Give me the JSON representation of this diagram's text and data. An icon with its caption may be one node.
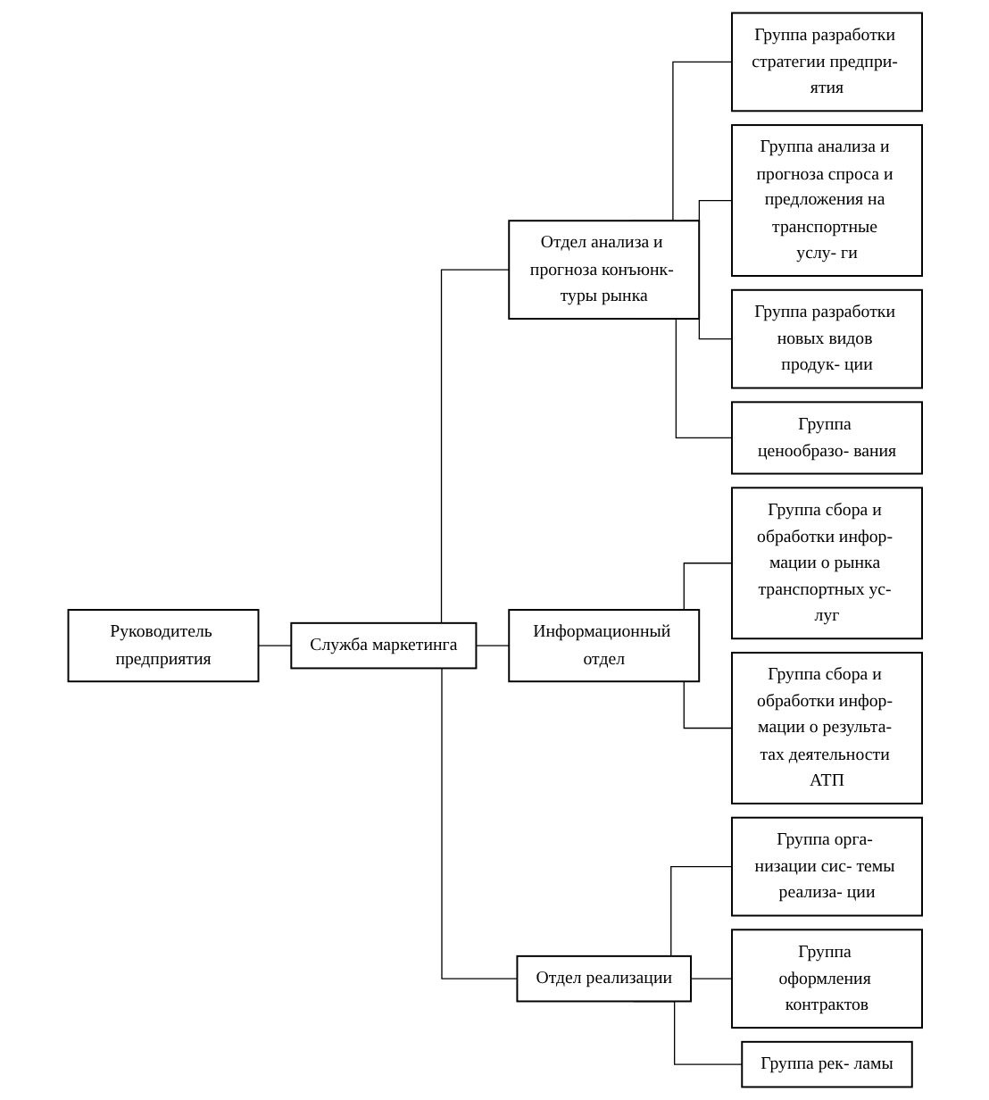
{
  "diagram": {
    "nodes": [
      {
        "text": [
          "Руководитель предприятия"
        ]
      },
      {
        "text": [
          "Служба маркетинга"
        ]
      },
      {
        "text": [
          "Отдел анализа и прогноза конъюнк- туры рынка"
        ]
      },
      {
        "text": [
          "Информационный отдел"
        ]
      },
      {
        "text": [
          "Отдел реализации"
        ]
      },
      {
        "text": [
          "Группа разработки стратегии предпри- ятия"
        ]
      },
      {
        "text": [
          "Группа анализа и прогноза спроса и предложения на транспортные услу- ги"
        ]
      },
      {
        "text": [
          "Группа разработки новых видов продук- ции"
        ]
      },
      {
        "text": [
          "Группа ценообразо- вания"
        ]
      },
      {
        "text": [
          "Группа сбора и обработки инфор- мации о рынка транспортных ус- луг"
        ]
      },
      {
        "text": [
          "Группа сбора и обработки инфор- мации о результа- тах деятельности АТП"
        ]
      },
      {
        "text": [
          "Группа орга- низации сис- темы реализа- ции"
        ]
      },
      {
        "text": [
          "Группа оформления контрактов"
        ]
      },
      {
        "text": [
          "Группа рек- ламы"
        ]
      }
    ],
    "edges": [
      {
        "from": 0,
        "to": 1,
        "arrow": "none"
      },
      {
        "from": 1,
        "to": 2,
        "arrow": "none"
      },
      {
        "from": 1,
        "to": 3,
        "arrow": "none"
      },
      {
        "from": 1,
        "to": 4,
        "arrow": "none"
      },
      {
        "from": 2,
        "to": 5,
        "arrow": "none"
      },
      {
        "from": 2,
        "to": 6,
        "arrow": "none"
      },
      {
        "from": 2,
        "to": 7,
        "arrow": "none"
      },
      {
        "from": 2,
        "to": 8,
        "arrow": "none"
      },
      {
        "from": 3,
        "to": 9,
        "arrow": "none"
      },
      {
        "from": 3,
        "to": 10,
        "arrow": "none"
      },
      {
        "from": 4,
        "to": 11,
        "arrow": "none"
      },
      {
        "from": 4,
        "to": 12,
        "arrow": "none"
      },
      {
        "from": 4,
        "to": 13,
        "arrow": "none"
      }
    ]
  }
}
